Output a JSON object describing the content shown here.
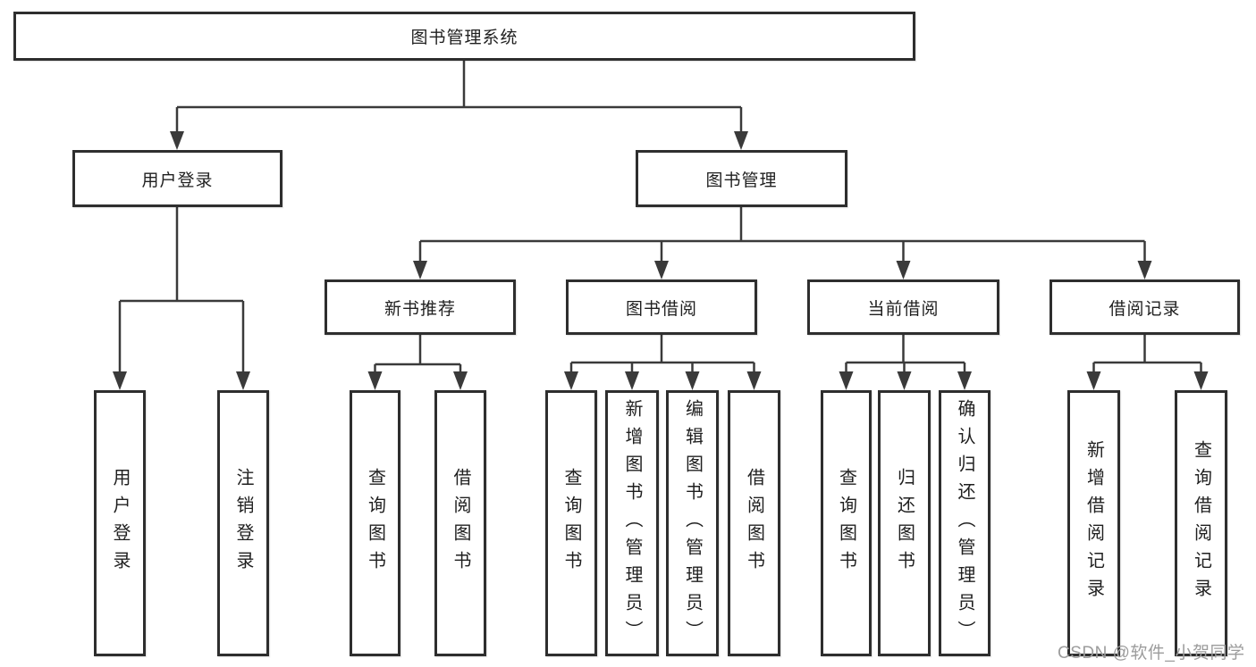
{
  "tree": {
    "root": {
      "label": "图书管理系统"
    },
    "branches": [
      {
        "label": "用户登录",
        "children": [
          {
            "label": "用户登录"
          },
          {
            "label": "注销登录"
          }
        ]
      },
      {
        "label": "图书管理",
        "children": [
          {
            "label": "新书推荐",
            "children": [
              {
                "label": "查询图书"
              },
              {
                "label": "借阅图书"
              }
            ]
          },
          {
            "label": "图书借阅",
            "children": [
              {
                "label": "查询图书"
              },
              {
                "label": "新增图书（管理员）"
              },
              {
                "label": "编辑图书（管理员）"
              },
              {
                "label": "借阅图书"
              }
            ]
          },
          {
            "label": "当前借阅",
            "children": [
              {
                "label": "查询图书"
              },
              {
                "label": "归还图书"
              },
              {
                "label": "确认归还（管理员）"
              }
            ]
          },
          {
            "label": "借阅记录",
            "children": [
              {
                "label": "新增借阅记录"
              },
              {
                "label": "查询借阅记录"
              }
            ]
          }
        ]
      }
    ]
  },
  "watermark": {
    "text": "CSDN @软件_小贺同学"
  },
  "colors": {
    "box_border": "#2e2e2e",
    "connector": "#3a3a3a",
    "text": "#1f1f1f",
    "background": "#ffffff",
    "watermark": "#9c9c9c"
  }
}
